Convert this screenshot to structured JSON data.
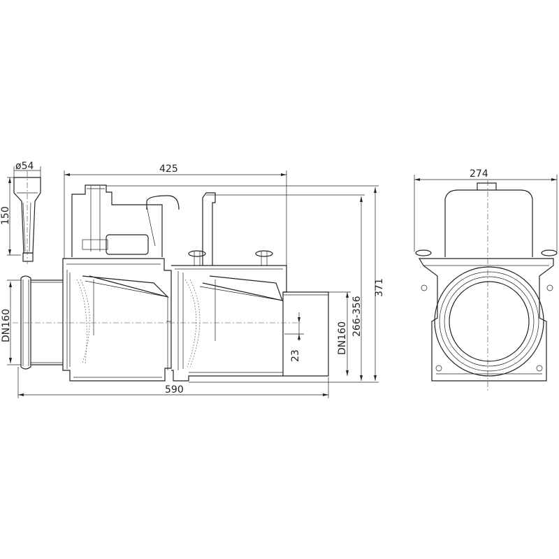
{
  "labels": {
    "small_part_diameter": "ø54",
    "small_part_height": "150",
    "top_length": "425",
    "total_length": "590",
    "inlet_dn": "DN160",
    "outlet_dn": "DN160",
    "offset": "23",
    "height_range": "266-356",
    "total_height": "371",
    "width": "274"
  }
}
